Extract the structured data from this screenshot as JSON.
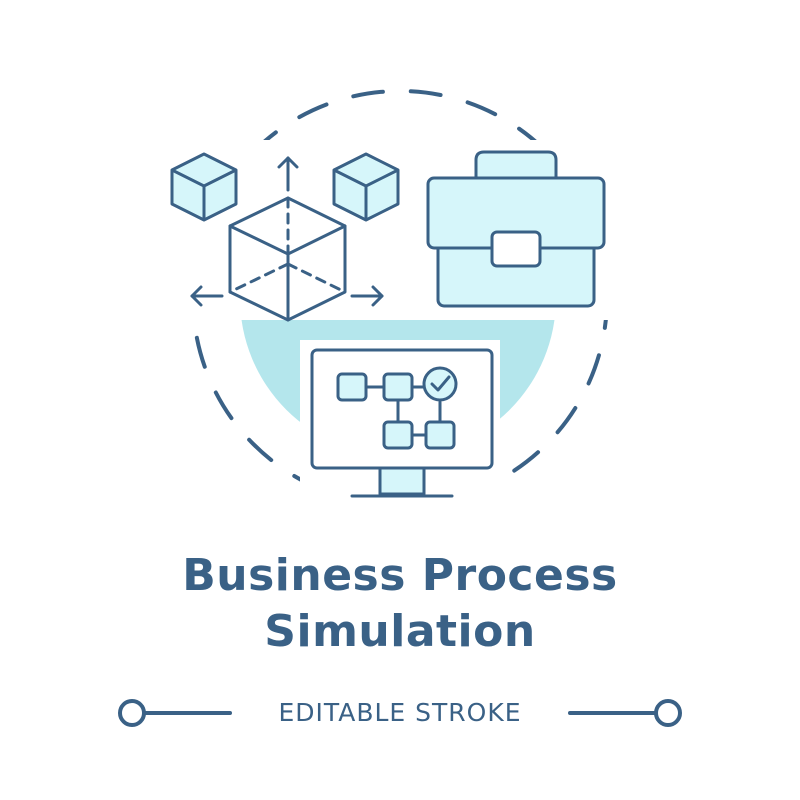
{
  "title": {
    "line1": "Business Process",
    "line2": "Simulation"
  },
  "footer": {
    "label": "EDITABLE STROKE"
  },
  "colors": {
    "stroke": "#3a6186",
    "accent_circle": "#b4e6ec",
    "fill_light": "#d6f6fa",
    "background": "#ffffff"
  },
  "icons": [
    "cube-icon",
    "briefcase-icon",
    "monitor-icon",
    "flowchart-icon",
    "checkmark-icon",
    "arrow-icon"
  ]
}
